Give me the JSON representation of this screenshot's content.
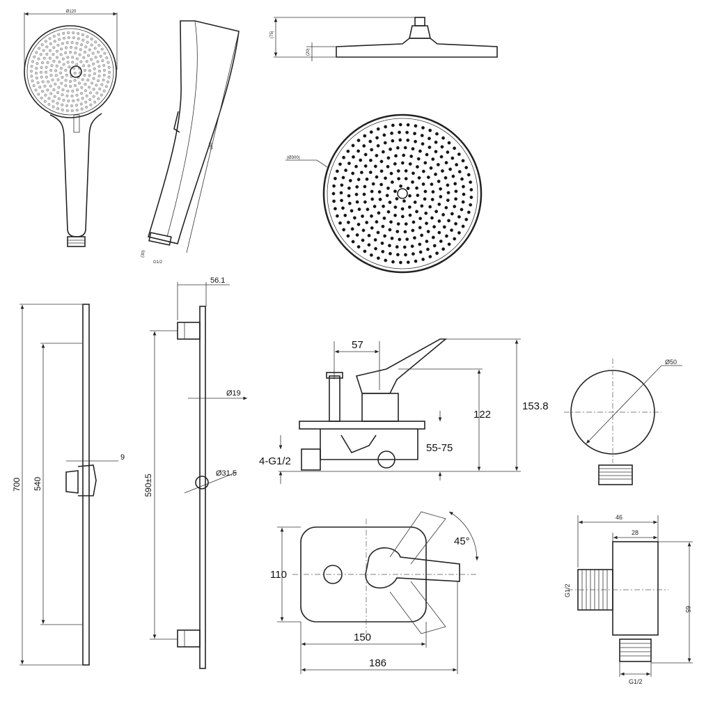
{
  "hand_shower": {
    "diameter_label": "Ø120",
    "length_label": "260",
    "thread_label": "G1/2",
    "height_label": "(30)"
  },
  "overhead_shower": {
    "height_label": "(75)",
    "plate_label": "(20)",
    "diameter_label": "(Ø300)"
  },
  "rail_front": {
    "total_label": "700",
    "span_label": "540",
    "holder_label": "9"
  },
  "rail_side": {
    "depth_label": "56.1",
    "span_label": "590±5",
    "tube_label": "Ø19",
    "knob_label": "Ø31.5"
  },
  "mixer_side": {
    "offset_label": "57",
    "height_label": "122",
    "total_label": "153.8",
    "depth_label": "55-75",
    "inlets_label": "4-G1/2"
  },
  "mixer_front": {
    "height_label": "110",
    "inner_width_label": "150",
    "total_width_label": "186",
    "angle_label": "45°"
  },
  "wall_outlet": {
    "diameter_label": "Ø50",
    "width_label": "46",
    "body_label": "28",
    "height_label": "65",
    "side_thread_label": "G1/2",
    "bottom_thread_label": "G1/2"
  }
}
